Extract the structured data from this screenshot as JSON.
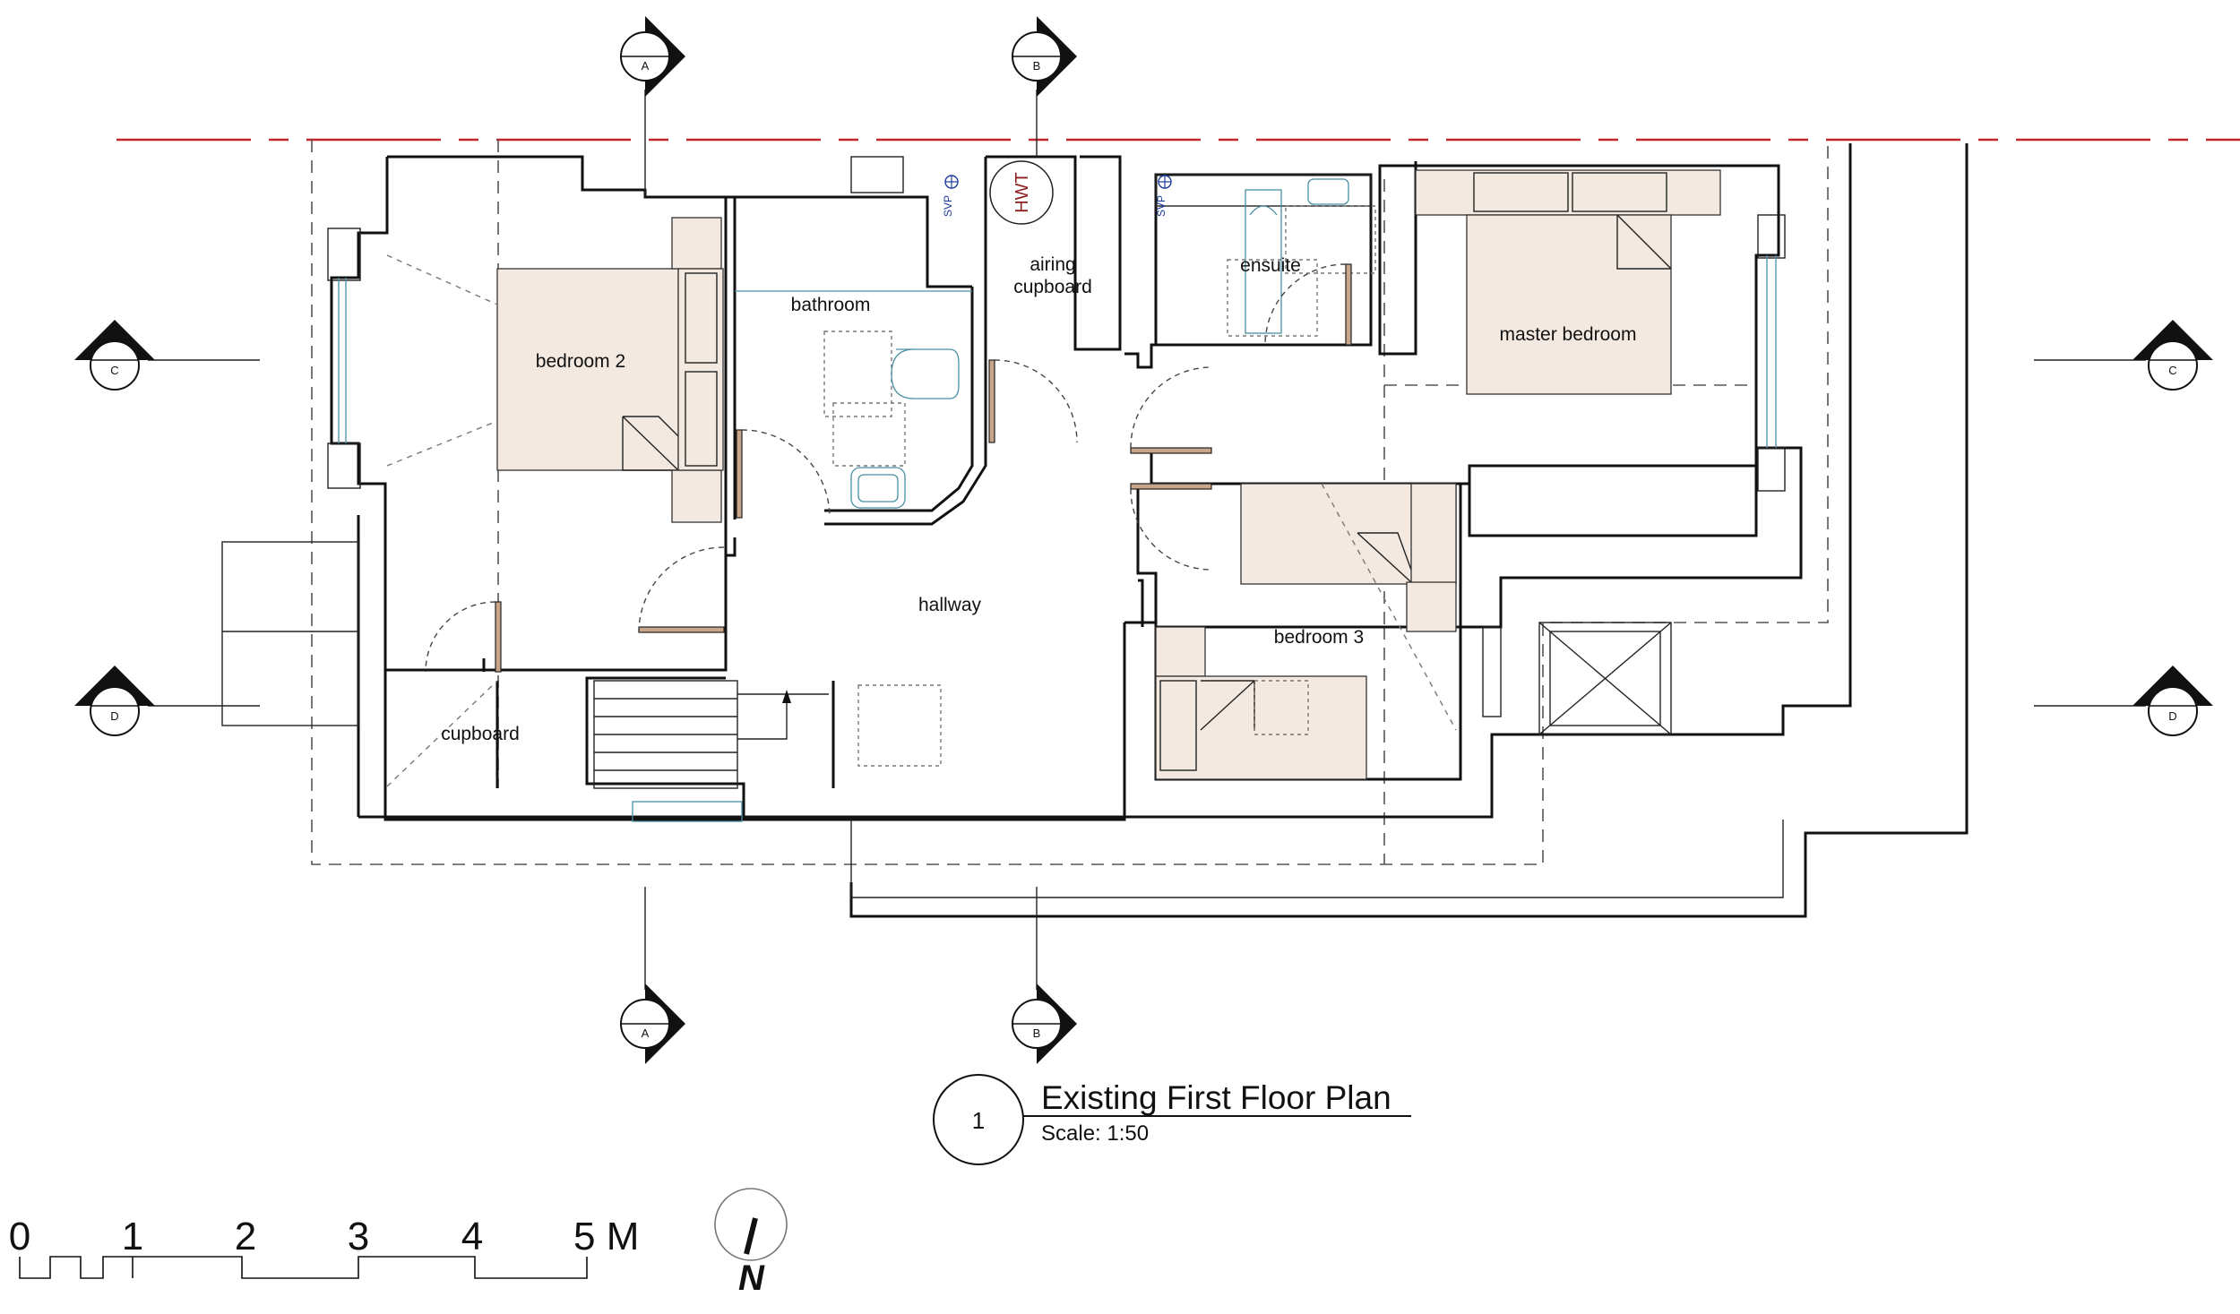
{
  "drawing": {
    "title": "Existing First Floor Plan",
    "scale": "Scale: 1:50",
    "number": "1"
  },
  "rooms": {
    "bedroom2": "bedroom 2",
    "bathroom": "bathroom",
    "airing_line1": "airing",
    "airing_line2": "cupboard",
    "ensuite": "ensuite",
    "master_bedroom": "master bedroom",
    "hallway": "hallway",
    "bedroom3": "bedroom 3",
    "cupboard": "cupboard"
  },
  "fixtures": {
    "hwt": "HWT",
    "svp": "SVP"
  },
  "section_markers": {
    "a": "A",
    "b": "B",
    "c": "C",
    "d": "D"
  },
  "scale_bar": {
    "labels": [
      "0",
      "1",
      "2",
      "3",
      "4",
      "5 M"
    ]
  },
  "north": {
    "label": "N"
  },
  "colors": {
    "boundary_line": "#c0282e",
    "furniture_fill": "#f4e9e1",
    "fixture_stroke": "#4a8fa3"
  }
}
